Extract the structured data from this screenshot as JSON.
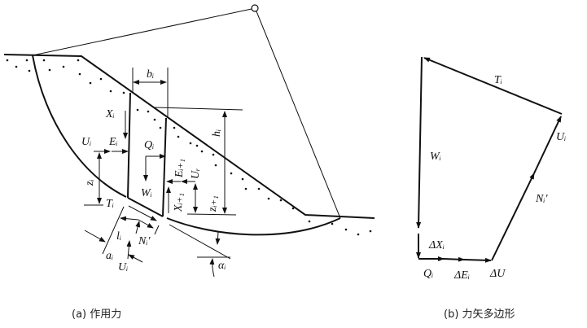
{
  "figure_a": {
    "caption": "(a) 作用力",
    "labels": {
      "b": "bᵢ",
      "h": "hᵢ",
      "X": "Xᵢ",
      "U_left": "Uᵢ",
      "E": "Eᵢ",
      "Q": "Qᵢ",
      "W": "Wᵢ",
      "E_next": "Eᵢ₊₁",
      "U_r": "Uᵣ",
      "z": "zᵢ",
      "T": "Tᵢ",
      "X_next": "Xᵢ₊₁",
      "z_next": "zᵢ₊₁",
      "l": "lᵢ",
      "N": "Nᵢ'",
      "a": "aᵢ",
      "U_base": "Uᵢ",
      "alpha": "αᵢ"
    }
  },
  "figure_b": {
    "caption": "(b) 力矢多边形",
    "labels": {
      "T": "Tᵢ",
      "U": "Uᵢ",
      "W": "Wᵢ",
      "N": "Nᵢ'",
      "dX": "ΔXᵢ",
      "Q": "Qᵢ",
      "dE": "ΔEᵢ",
      "dU": "ΔU"
    }
  }
}
